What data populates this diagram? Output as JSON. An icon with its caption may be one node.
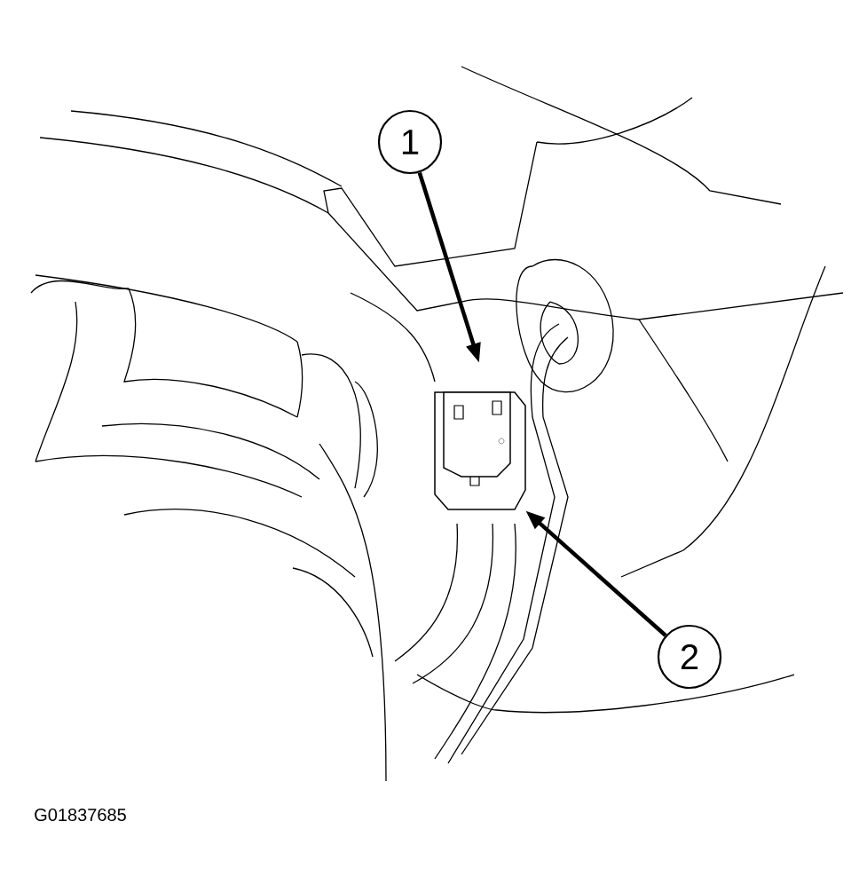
{
  "diagram": {
    "nodes": [
      {
        "text": [
          "1"
        ]
      },
      {
        "text": [],
        "shape": "picture"
      },
      {
        "text": [
          "2"
        ]
      }
    ],
    "edges": [
      {
        "from": 0,
        "to": 1,
        "arrow": "to"
      },
      {
        "from": 2,
        "to": 1,
        "arrow": "to"
      }
    ],
    "labels": [
      "G01837685"
    ]
  }
}
